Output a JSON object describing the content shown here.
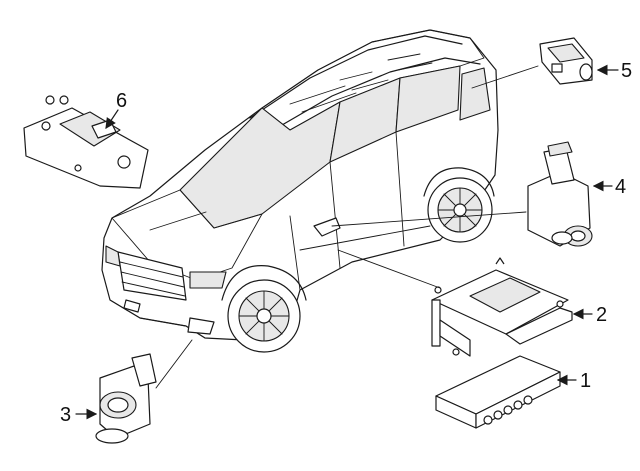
{
  "diagram": {
    "callouts": [
      {
        "id": "1",
        "text": "1"
      },
      {
        "id": "2",
        "text": "2"
      },
      {
        "id": "3",
        "text": "3"
      },
      {
        "id": "4",
        "text": "4"
      },
      {
        "id": "5",
        "text": "5"
      },
      {
        "id": "6",
        "text": "6"
      }
    ]
  }
}
